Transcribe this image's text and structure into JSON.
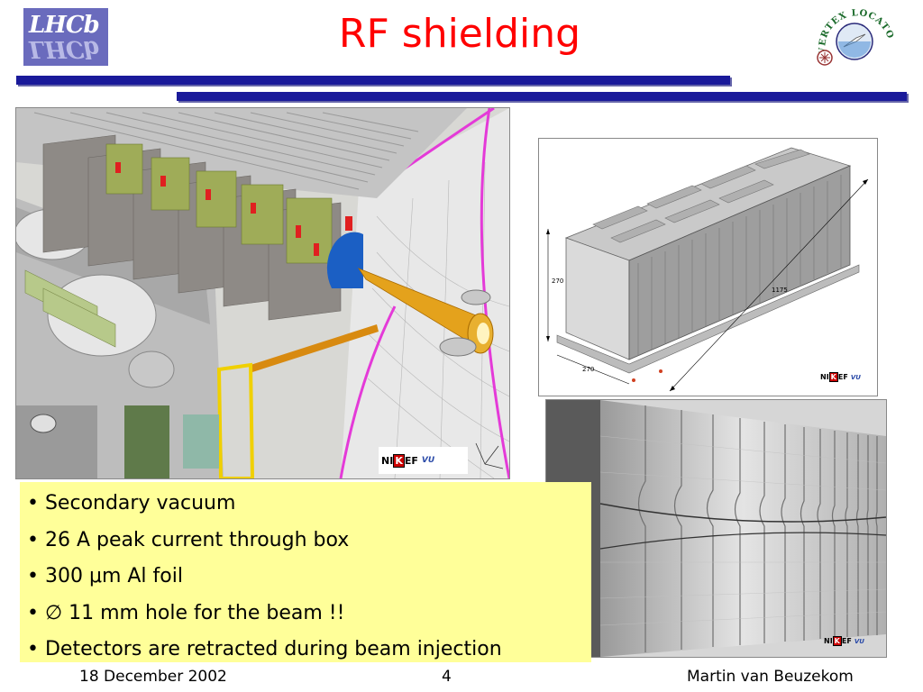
{
  "slide": {
    "title": "RF shielding"
  },
  "logos": {
    "lhcb": "LHCb",
    "velo": "VERTEX LOCATOR",
    "nikhef": {
      "left": "NI",
      "k": "K",
      "right": "EF",
      "vu": "VU"
    }
  },
  "box_dimensions": {
    "height": "270",
    "width": "270",
    "length": "1175"
  },
  "bullets": [
    "• Secondary vacuum",
    "• 26 A peak current through box",
    "• 300 μm Al foil",
    "• ∅ 11 mm hole for the beam !!",
    "• Detectors are retracted during beam injection"
  ],
  "footer": {
    "date": "18 December 2002",
    "page": "4",
    "author": "Martin van Beuzekom"
  },
  "colors": {
    "title": "#ff0000",
    "rule": "#1a1a9a",
    "bullet_bg": "#ffff99"
  }
}
